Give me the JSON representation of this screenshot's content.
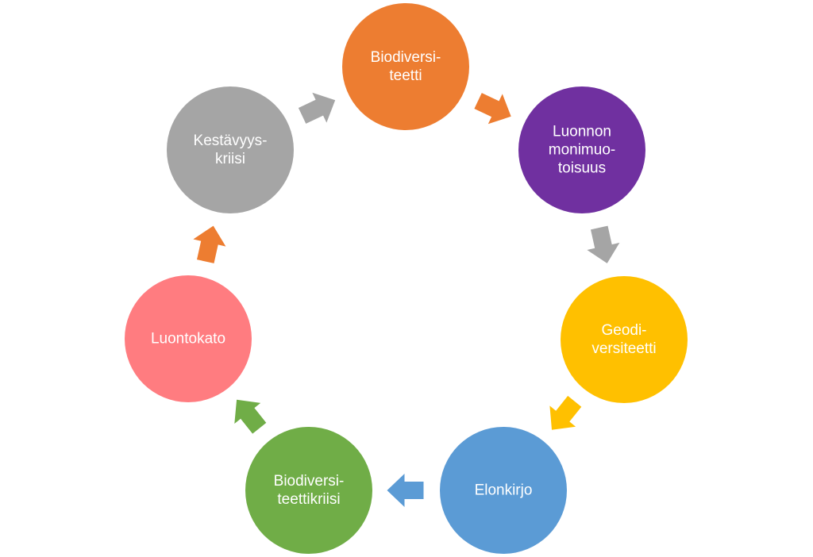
{
  "cycle": {
    "nodes": [
      {
        "id": "biodiversiteetti",
        "lines": [
          "Biodiversi-",
          "teetti"
        ],
        "color": "#ED7D31"
      },
      {
        "id": "luonnon-monimuotoisuus",
        "lines": [
          "Luonnon",
          "monimuo-",
          "toisuus"
        ],
        "color": "#7030A0"
      },
      {
        "id": "geodiversiteetti",
        "lines": [
          "Geodi-",
          "versiteetti"
        ],
        "color": "#FFC000"
      },
      {
        "id": "elonkirjo",
        "lines": [
          "Elonkirjo"
        ],
        "color": "#5B9BD5"
      },
      {
        "id": "biodiversiteettikriisi",
        "lines": [
          "Biodiversi-",
          "teettikriisi"
        ],
        "color": "#70AD47"
      },
      {
        "id": "luontokato",
        "lines": [
          "Luontokato"
        ],
        "color": "#FF7C80"
      },
      {
        "id": "kestavyyskriisi",
        "lines": [
          "Kestävyys-",
          "kriisi"
        ],
        "color": "#A5A5A5"
      }
    ],
    "arrows": [
      {
        "from": "biodiversiteetti",
        "to": "luonnon-monimuotoisuus",
        "color": "#ED7D31"
      },
      {
        "from": "luonnon-monimuotoisuus",
        "to": "geodiversiteetti",
        "color": "#A5A5A5"
      },
      {
        "from": "geodiversiteetti",
        "to": "elonkirjo",
        "color": "#FFC000"
      },
      {
        "from": "elonkirjo",
        "to": "biodiversiteettikriisi",
        "color": "#5B9BD5"
      },
      {
        "from": "biodiversiteettikriisi",
        "to": "luontokato",
        "color": "#70AD47"
      },
      {
        "from": "luontokato",
        "to": "kestavyyskriisi",
        "color": "#ED7D31"
      },
      {
        "from": "kestavyyskriisi",
        "to": "biodiversiteetti",
        "color": "#A5A5A5"
      }
    ]
  }
}
